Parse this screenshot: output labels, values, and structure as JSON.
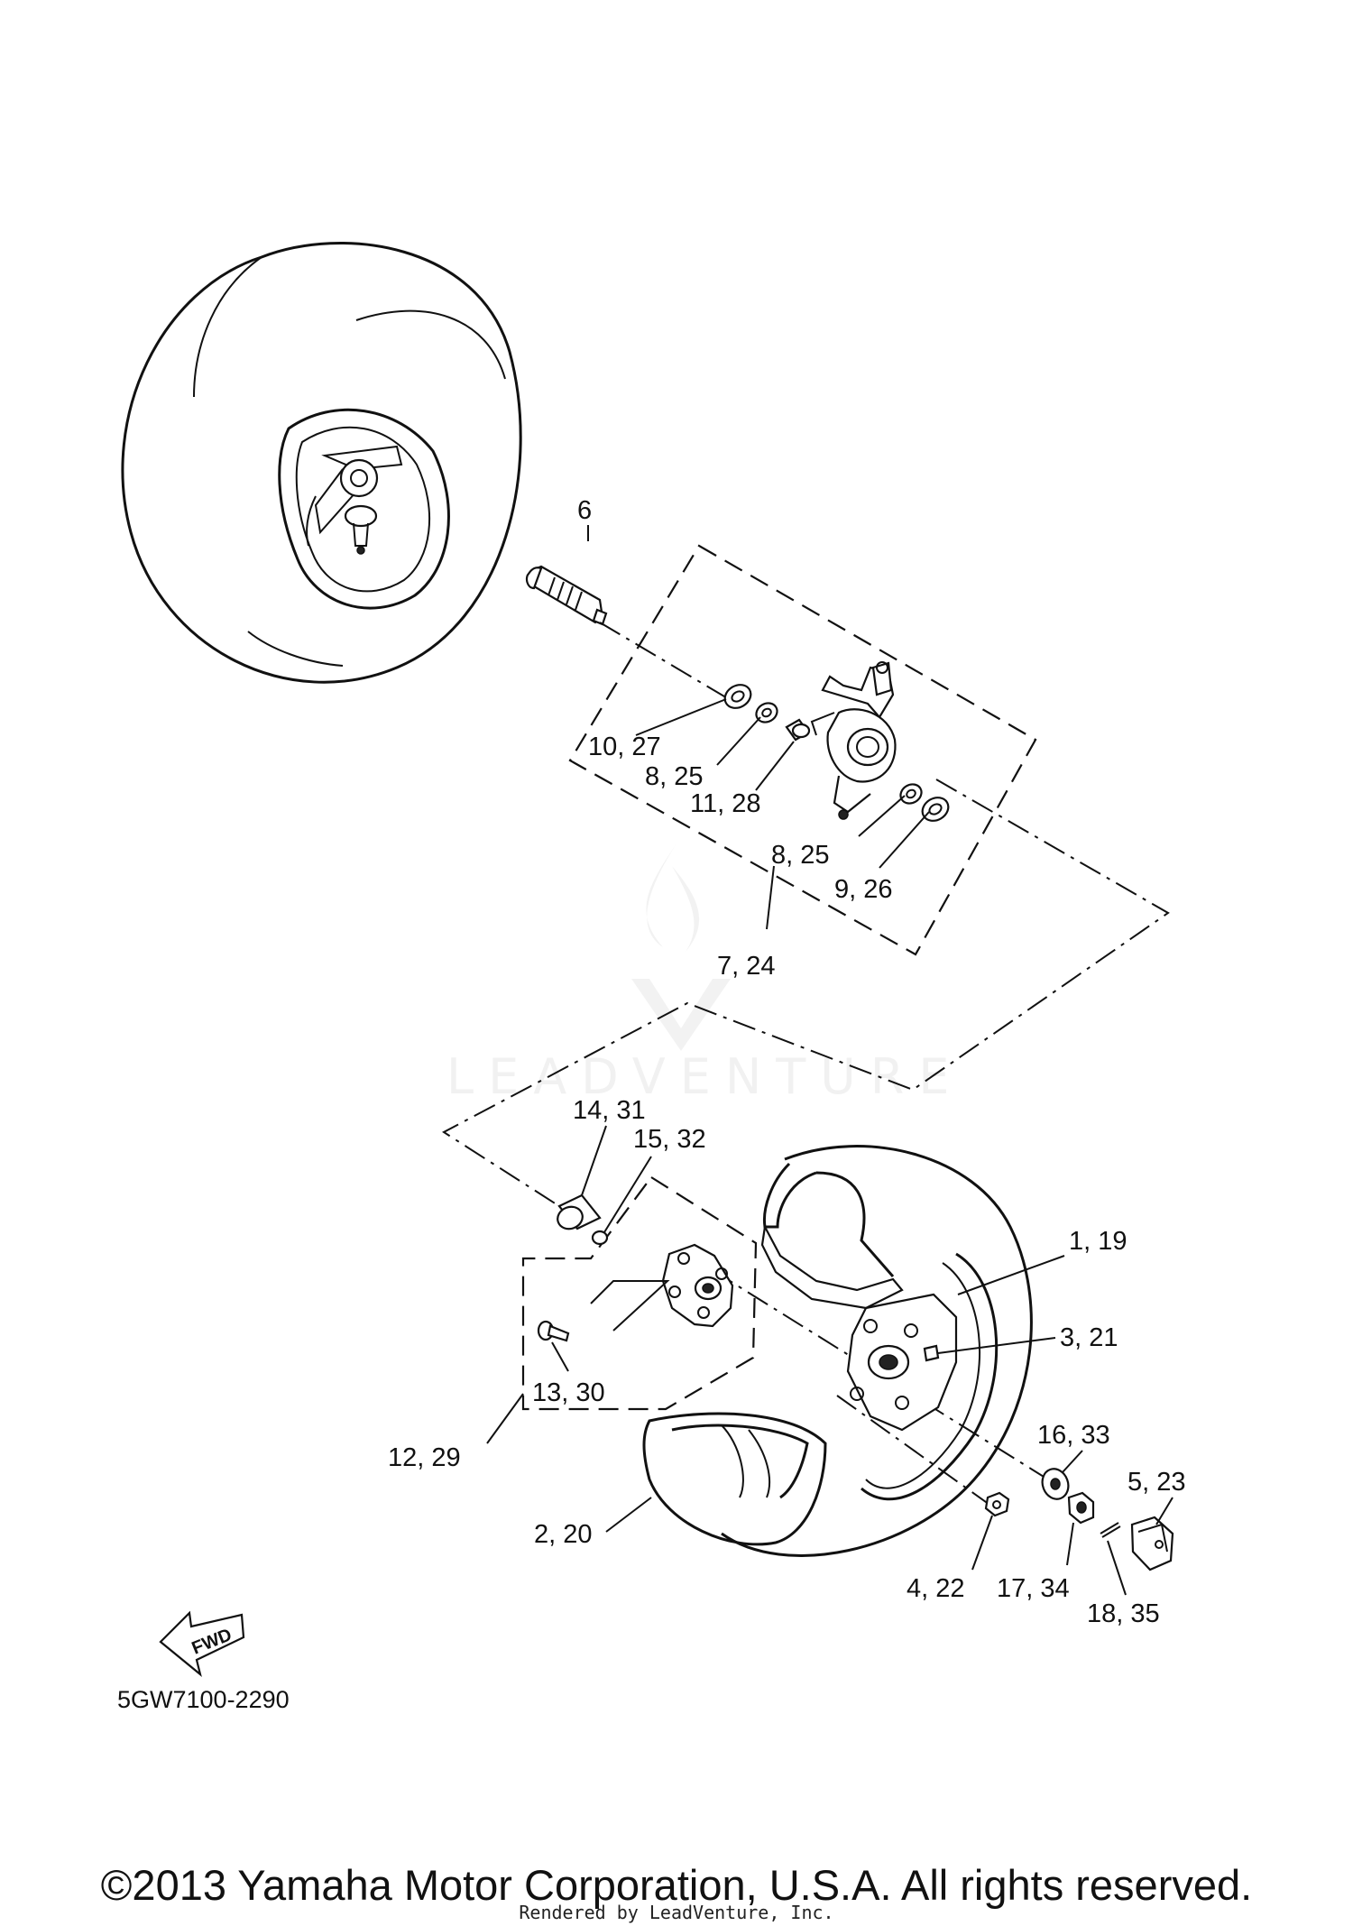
{
  "watermark": {
    "brand": "LEADVENTURE"
  },
  "diagram_code": "5GW7100-2290",
  "fwd_label": "FWD",
  "callouts": {
    "c6": "6",
    "c10_27": "10, 27",
    "c8_25a": "8, 25",
    "c11_28": "11, 28",
    "c8_25b": "8, 25",
    "c9_26": "9, 26",
    "c7_24": "7, 24",
    "c14_31": "14, 31",
    "c15_32": "15, 32",
    "c1_19": "1, 19",
    "c3_21": "3, 21",
    "c13_30": "13, 30",
    "c12_29": "12, 29",
    "c16_33": "16, 33",
    "c5_23": "5, 23",
    "c2_20": "2, 20",
    "c4_22": "4, 22",
    "c17_34": "17, 34",
    "c18_35": "18, 35"
  },
  "copyright": "©2013 Yamaha Motor Corporation, U.S.A. All rights reserved.",
  "rendered_by": "Rendered by LeadVenture, Inc."
}
